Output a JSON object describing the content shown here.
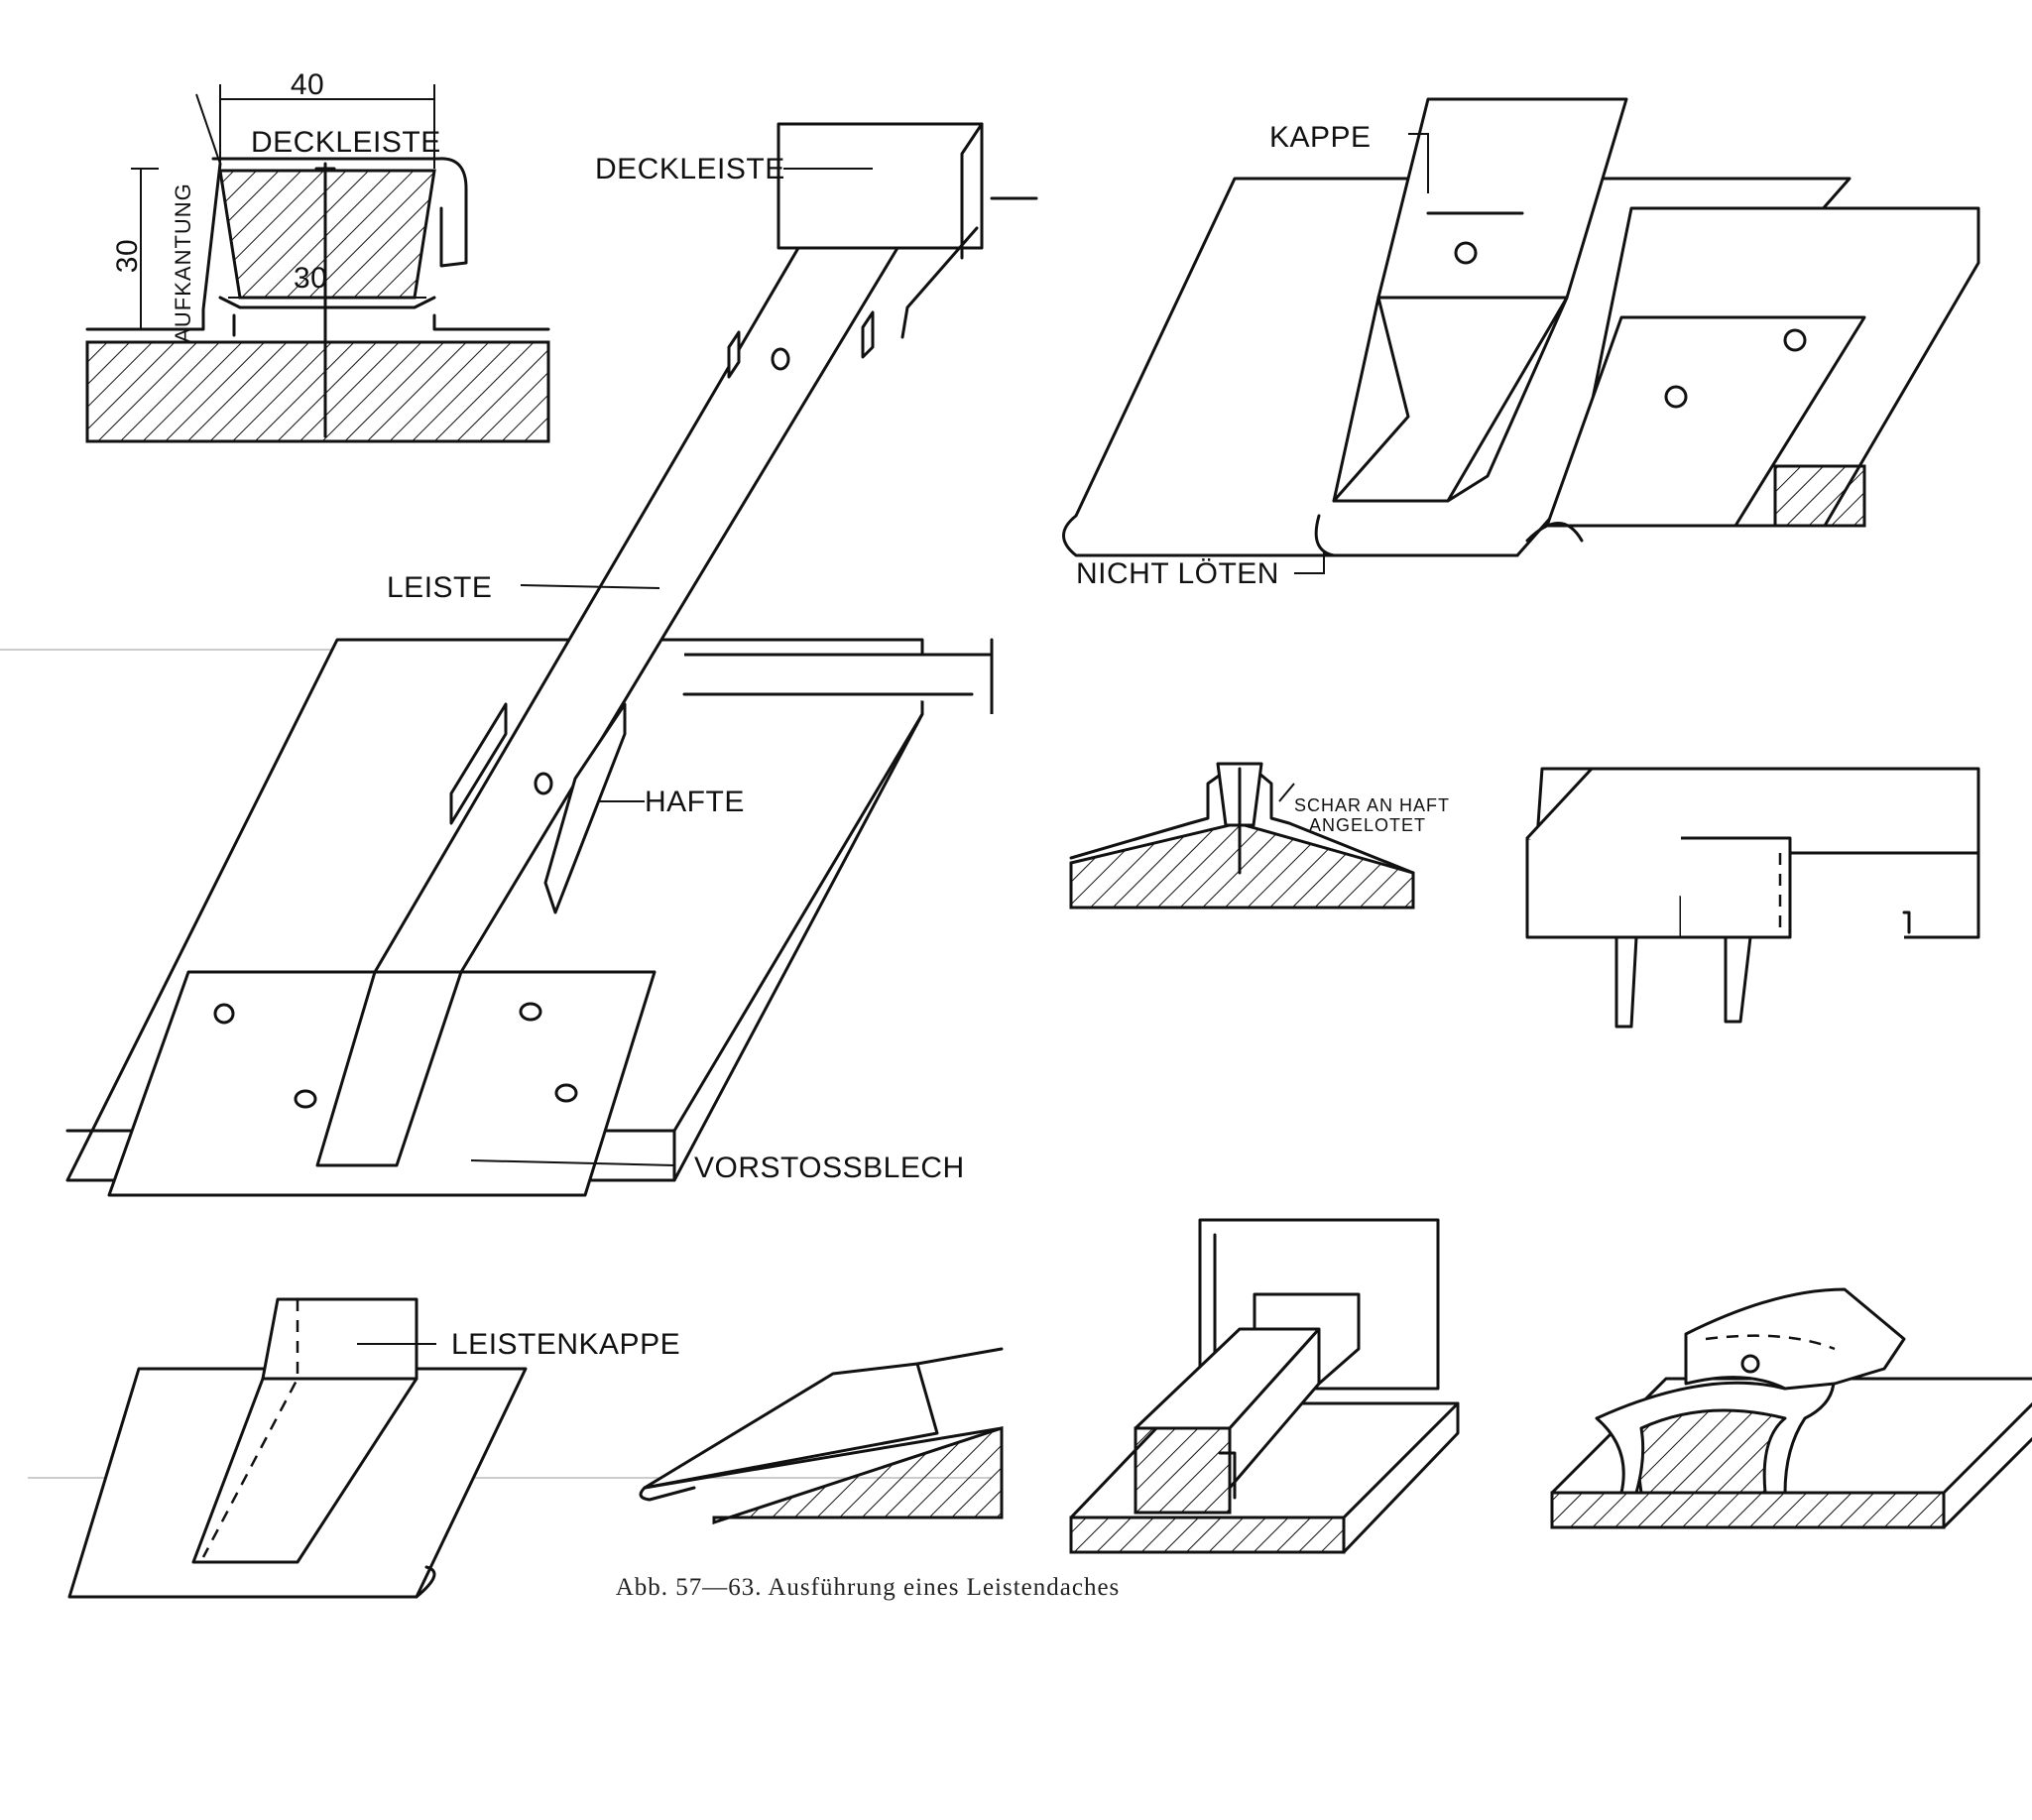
{
  "figure": {
    "caption": "Abb. 57—63. Ausführung eines Leistendaches"
  },
  "section_detail": {
    "dim_width": "40",
    "dim_height": "30",
    "dim_inner": "30",
    "label_cover_strip": "DECKLEISTE",
    "label_upstand": "AUFKANTUNG"
  },
  "main_isometric": {
    "label_cover_strip": "DECKLEISTE",
    "label_batten": "LEISTE",
    "label_clips": "HAFTE",
    "label_apron": "VORSTOSSBLECH"
  },
  "cap_detail": {
    "label_cap": "KAPPE",
    "label_no_solder": "NICHT LÖTEN"
  },
  "ridge_section": {
    "label_line1": "SCHAR AN HAFT",
    "label_line2": "ANGELOTET"
  },
  "batten_cap": {
    "label": "LEISTENKAPPE"
  }
}
